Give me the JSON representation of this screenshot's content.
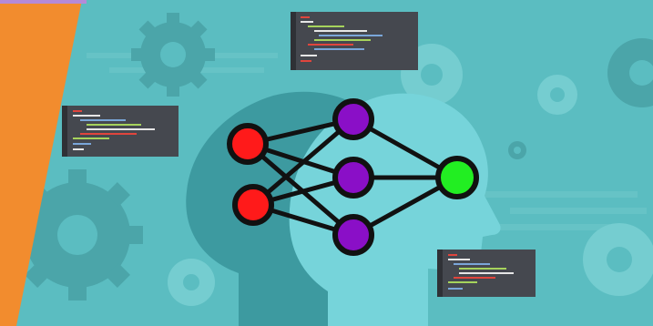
{
  "palette": {
    "background": "#5bbdc1",
    "gear_dark": "#4ba5a9",
    "gear_light": "#75cdd0",
    "head_back": "#3d9aa0",
    "head_front": "#76d4da",
    "orange_accent": "#f28c2e",
    "purple_corner": "#b58ad8",
    "code_panel": "#45484f",
    "code_line_red": "#e0453d",
    "code_line_blue": "#7aa6d9",
    "code_line_green": "#a6d35c",
    "code_line_white": "#e6e6e6",
    "edge": "#111111"
  },
  "network": {
    "input_node_color": "#ff1a1a",
    "hidden_node_color": "#8a0fc7",
    "output_node_color": "#22ee22",
    "layers": [
      2,
      3,
      1
    ]
  },
  "icons": [
    "gear-icon",
    "code-window-icon",
    "head-silhouette-icon",
    "neural-network-icon"
  ]
}
